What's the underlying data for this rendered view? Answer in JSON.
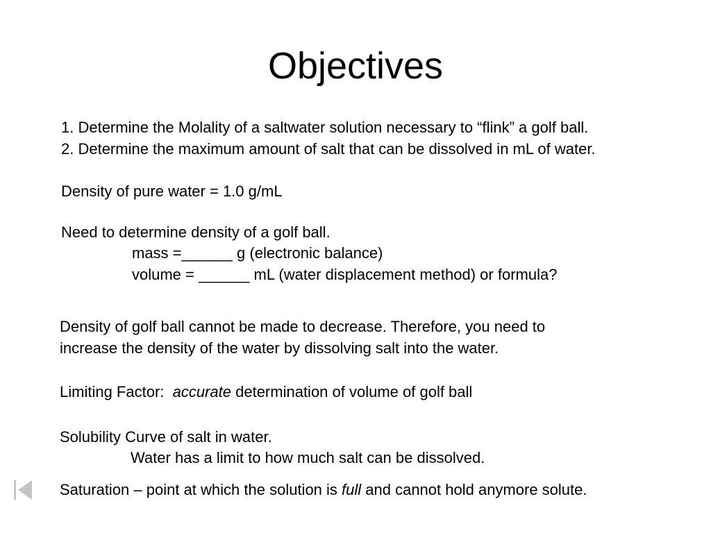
{
  "title": "Objectives",
  "objectives": [
    "1.  Determine the Molality of a saltwater solution necessary to “flink” a golf ball.",
    "2.  Determine the maximum amount of salt that can be dissolved in mL of water."
  ],
  "water_density": "Density of pure water =  1.0 g/mL",
  "golf_ball_density": {
    "heading": "Need to determine density of a golf ball.",
    "mass": "mass =______ g (electronic balance)",
    "volume": "volume = ______ mL (water displacement method) or formula?"
  },
  "explanation": {
    "line1": "Density of golf ball cannot be made to decrease. Therefore, you need to",
    "line2": "increase the density of the water by dissolving salt into the water."
  },
  "limiting_factor": {
    "label": "Limiting Factor:  ",
    "emphasis": "accurate",
    "rest": " determination of volume of golf ball"
  },
  "solubility": {
    "heading": "Solubility Curve of salt in water.",
    "detail": "Water has a limit to how much salt can be dissolved."
  },
  "saturation": {
    "before": "Saturation – point at which the solution is ",
    "emphasis": "full",
    "after": " and cannot hold anymore solute."
  },
  "nav_icon": "first-slide-icon"
}
